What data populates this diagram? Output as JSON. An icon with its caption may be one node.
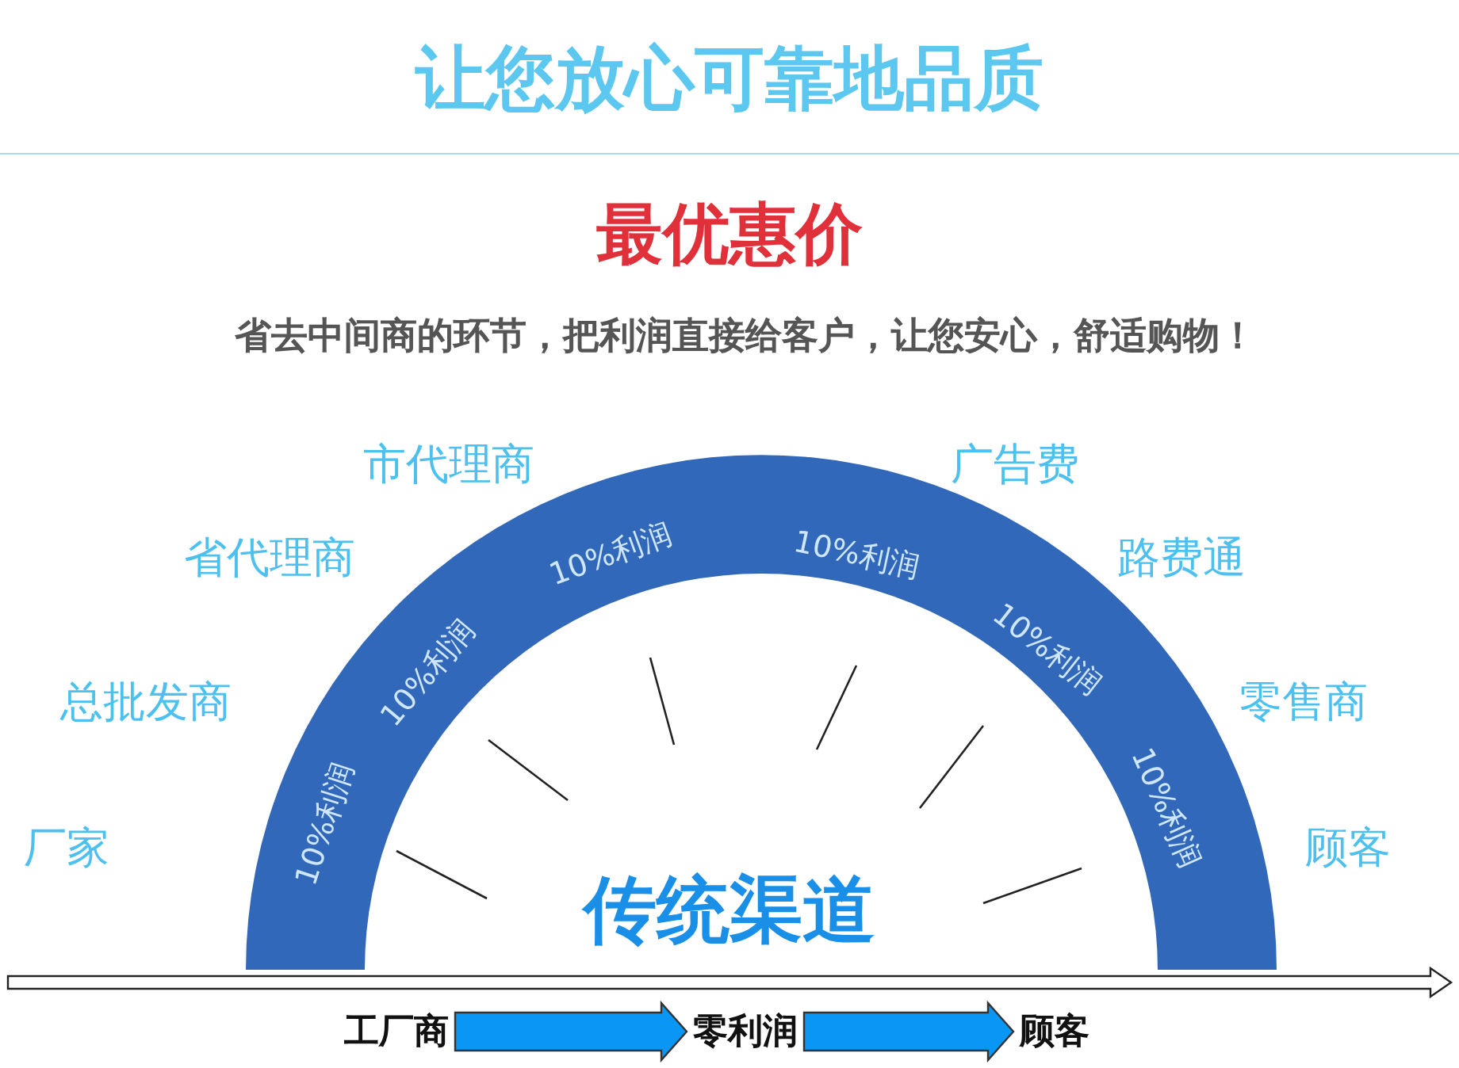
{
  "diagram": {
    "title": "让您放心可靠地品质",
    "nodes": [
      {
        "text": [
          "工厂商"
        ]
      },
      {
        "text": [
          "零利润"
        ]
      },
      {
        "text": [
          "顾客"
        ]
      }
    ],
    "edges": [
      {
        "from": 0,
        "to": 1,
        "arrow": "to"
      },
      {
        "from": 1,
        "to": 2,
        "arrow": "to"
      }
    ],
    "labels": [
      "最优惠价",
      "省去中间商的环节，把利润直接给客户，让您安心，舒适购物！",
      "市代理商",
      "广告费",
      "省代理商",
      "10%利润",
      "10%利润",
      "路费通",
      "总批发商",
      "10%利润",
      "10%利润",
      "零售商",
      "厂家",
      "10%利润",
      "10%利润",
      "顾客",
      "传统渠道"
    ]
  }
}
